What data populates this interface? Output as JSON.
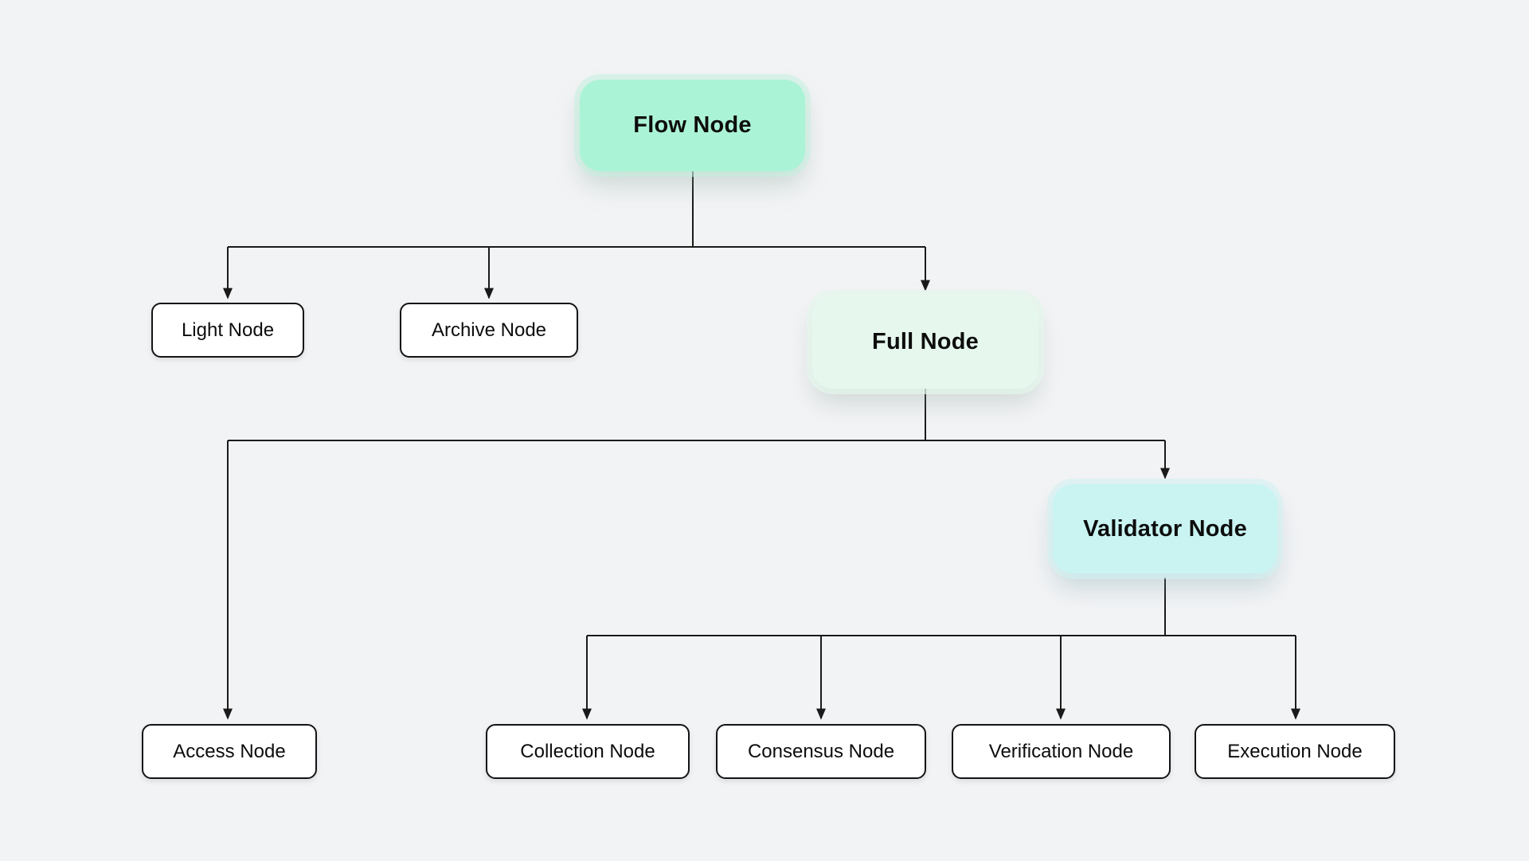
{
  "page": {
    "background": "#f2f3f5"
  },
  "diagram": {
    "type": "flowchart",
    "nodes": [
      {
        "id": "flow",
        "label": "Flow Node",
        "fill": "#abf3d6",
        "kind": "accent"
      },
      {
        "id": "light",
        "label": "Light Node",
        "fill": "#ffffff",
        "kind": "leaf"
      },
      {
        "id": "archive",
        "label": "Archive Node",
        "fill": "#ffffff",
        "kind": "leaf"
      },
      {
        "id": "full",
        "label": "Full Node",
        "fill": "#e6f8ee",
        "kind": "accent"
      },
      {
        "id": "access",
        "label": "Access Node",
        "fill": "#ffffff",
        "kind": "leaf"
      },
      {
        "id": "validator",
        "label": "Validator Node",
        "fill": "#c9f4f2",
        "kind": "accent"
      },
      {
        "id": "collection",
        "label": "Collection Node",
        "fill": "#ffffff",
        "kind": "leaf"
      },
      {
        "id": "consensus",
        "label": "Consensus Node",
        "fill": "#ffffff",
        "kind": "leaf"
      },
      {
        "id": "verification",
        "label": "Verification Node",
        "fill": "#ffffff",
        "kind": "leaf"
      },
      {
        "id": "execution",
        "label": "Execution Node",
        "fill": "#ffffff",
        "kind": "leaf"
      }
    ],
    "edges": [
      {
        "from": "Flow Node",
        "to": "Light Node"
      },
      {
        "from": "Flow Node",
        "to": "Archive Node"
      },
      {
        "from": "Flow Node",
        "to": "Full Node"
      },
      {
        "from": "Full Node",
        "to": "Access Node"
      },
      {
        "from": "Full Node",
        "to": "Validator Node"
      },
      {
        "from": "Validator Node",
        "to": "Collection Node"
      },
      {
        "from": "Validator Node",
        "to": "Consensus Node"
      },
      {
        "from": "Validator Node",
        "to": "Verification Node"
      },
      {
        "from": "Validator Node",
        "to": "Execution Node"
      }
    ],
    "colors": {
      "edge": "#1a1a1a",
      "leaf_border": "#141414",
      "text": "#0d0d0d"
    }
  }
}
